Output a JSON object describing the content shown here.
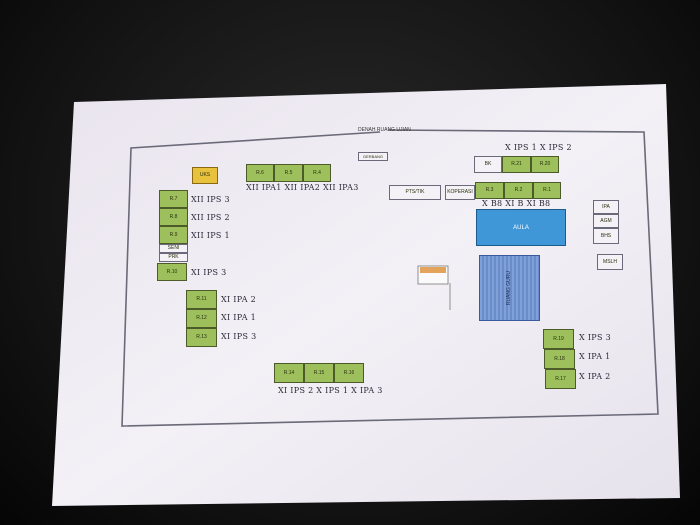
{
  "title": "DENAH RUANG UJIAN",
  "rooms": {
    "uks": "UKS",
    "r6": "R.6",
    "r5": "R.5",
    "r4": "R.4",
    "gerbang": "GERBANG",
    "bk": "BK",
    "r21": "R.21",
    "r20": "R.20",
    "ptstik": "PTS/TIK",
    "koperasi": "KOPERASI",
    "r3": "R.3",
    "r2": "R.2",
    "r1": "R.1",
    "ipa": "IPA",
    "agm": "AGM",
    "bhs": "BHS",
    "aula": "AULA",
    "msh": "MSLH",
    "ruang_guru": "RUANG GURU",
    "r7": "R.7",
    "r8": "R.8",
    "r9": "R.9",
    "seni": "SENI",
    "prk": "PRK",
    "r10": "R.10",
    "r11": "R.11",
    "r12": "R.12",
    "r13": "R.13",
    "r14": "R.14",
    "r15": "R.15",
    "r16": "R.16",
    "r19": "R.19",
    "r18": "R.18",
    "r17": "R.17"
  },
  "handwriting": {
    "top_right": "X IPS 1   X IPS 2",
    "r6_r4": "XII IPA1  XII IPA2  XII IPA3",
    "r3_r1": "X B8   XI B   XI B8",
    "r7": "XII IPS 3",
    "r8": "XII IPS 2",
    "r9": "XII IPS 1",
    "r10": "XI IPS 3",
    "r11": "XI IPA 2",
    "r12": "XI IPA 1",
    "r13": "XI IPS 3",
    "r14_r16": "XI IPS 2   X IPS 1   X IPA 3",
    "r19": "X IPS 3",
    "r18": "X IPA 1",
    "r17": "X IPA 2"
  }
}
